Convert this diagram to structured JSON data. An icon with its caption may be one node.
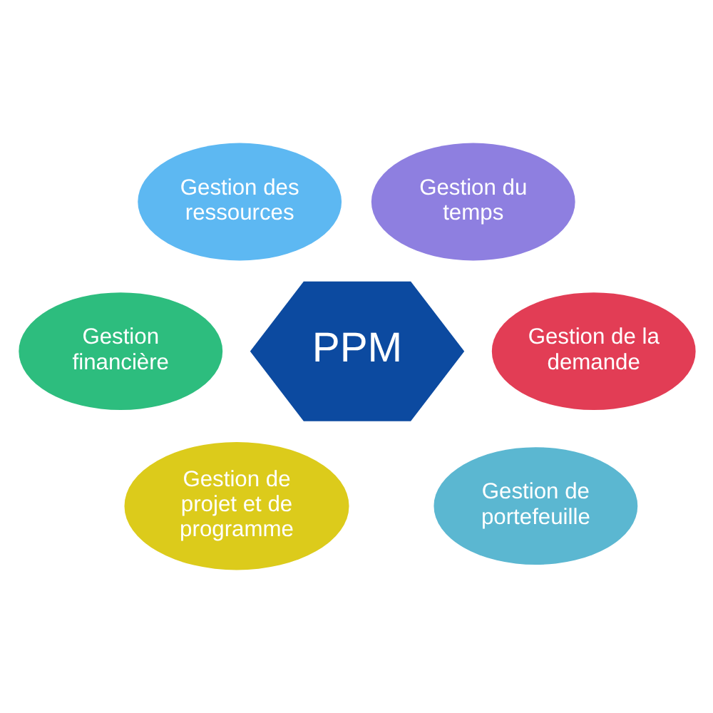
{
  "diagram": {
    "nodes": [
      {
        "text": [
          "Gestion des ressources"
        ]
      },
      {
        "text": [
          "Gestion du temps"
        ]
      },
      {
        "text": [
          "Gestion de la demande"
        ]
      },
      {
        "text": [
          "PPM"
        ]
      },
      {
        "text": [
          "Gestion financière"
        ]
      },
      {
        "text": [
          "Gestion de projet et de programme"
        ]
      },
      {
        "text": [
          "Gestion de portefeuille"
        ]
      }
    ],
    "edges": []
  }
}
